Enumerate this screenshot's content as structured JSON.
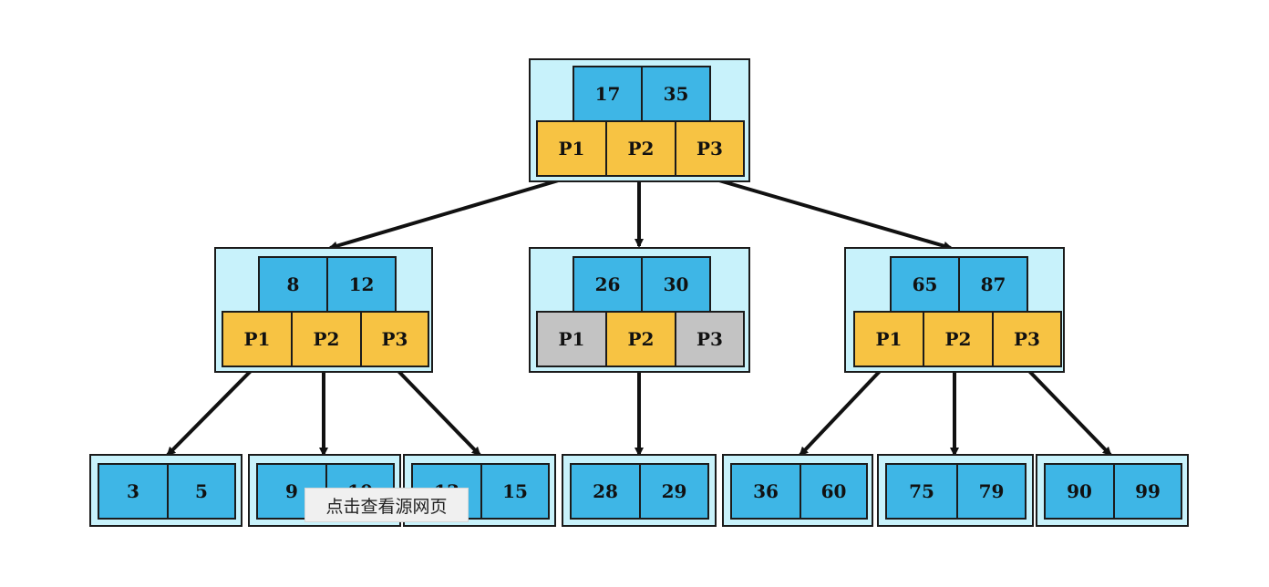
{
  "colors": {
    "key_cell": "#3eb6e6",
    "pointer_cell": "#f7c343",
    "inactive_pointer_cell": "#c3c3c3",
    "node_background": "#c8f2fb",
    "edge": "#111111"
  },
  "root": {
    "keys": [
      "17",
      "35"
    ],
    "pointers": [
      {
        "label": "P1",
        "active": true
      },
      {
        "label": "P2",
        "active": true
      },
      {
        "label": "P3",
        "active": true
      }
    ]
  },
  "internal": [
    {
      "keys": [
        "8",
        "12"
      ],
      "pointers": [
        {
          "label": "P1",
          "active": true
        },
        {
          "label": "P2",
          "active": true
        },
        {
          "label": "P3",
          "active": true
        }
      ]
    },
    {
      "keys": [
        "26",
        "30"
      ],
      "pointers": [
        {
          "label": "P1",
          "active": false
        },
        {
          "label": "P2",
          "active": true
        },
        {
          "label": "P3",
          "active": false
        }
      ]
    },
    {
      "keys": [
        "65",
        "87"
      ],
      "pointers": [
        {
          "label": "P1",
          "active": true
        },
        {
          "label": "P2",
          "active": true
        },
        {
          "label": "P3",
          "active": true
        }
      ]
    }
  ],
  "leaves": [
    {
      "keys": [
        "3",
        "5"
      ]
    },
    {
      "keys": [
        "9",
        "10"
      ]
    },
    {
      "keys": [
        "13",
        "15"
      ]
    },
    {
      "keys": [
        "28",
        "29"
      ]
    },
    {
      "keys": [
        "36",
        "60"
      ]
    },
    {
      "keys": [
        "75",
        "79"
      ]
    },
    {
      "keys": [
        "90",
        "99"
      ]
    }
  ],
  "tooltip": {
    "text": "点击查看源网页"
  }
}
